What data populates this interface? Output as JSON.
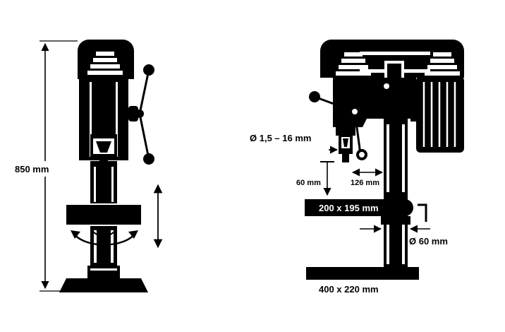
{
  "diagram": {
    "left_view": {
      "height_label": "850 mm"
    },
    "right_view": {
      "chuck_label": "Ø 1,5 – 16 mm",
      "stroke_label": "60 mm",
      "throat_label": "126 mm",
      "table_label": "200 x 195 mm",
      "column_label": "Ø 60 mm",
      "base_label": "400 x 220 mm"
    },
    "colors": {
      "ink": "#000000",
      "paper": "#ffffff"
    }
  }
}
